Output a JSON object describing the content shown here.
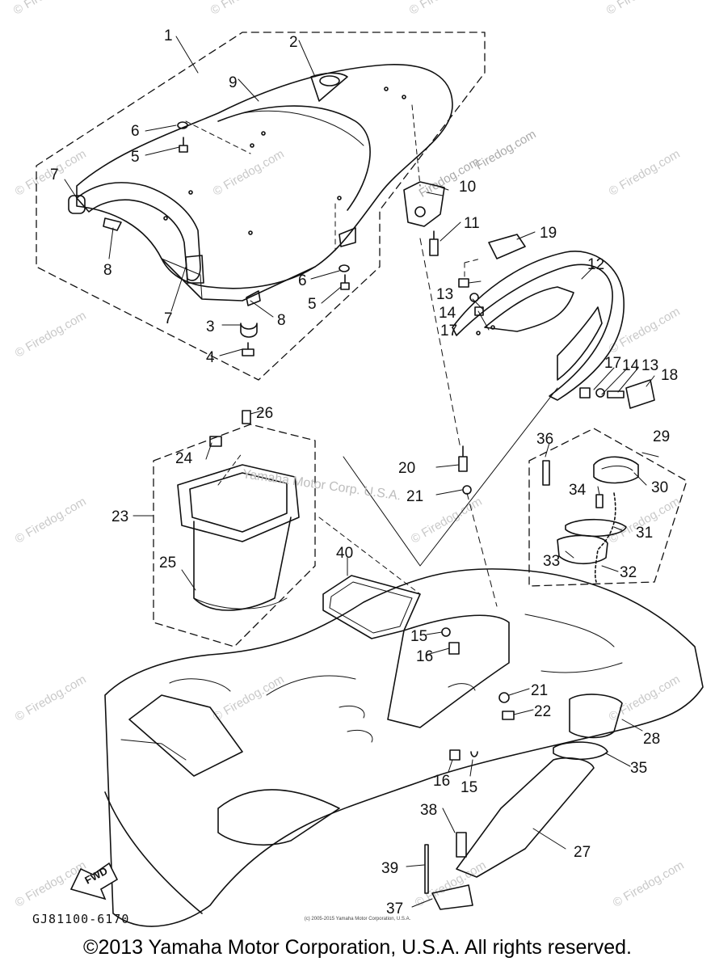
{
  "watermark": "© Firedog.com",
  "watermark_center": "Firedog.com",
  "watermark_fuel": "Firedog.com",
  "midline_watermark": "Yamaha Motor Corp. U.S.A.",
  "tiny_copyright": "(c) 2005-2015 Yamaha Motor Corporation, U.S.A.",
  "drawing_code": "GJ81100-6170",
  "fwd_label": "FWD",
  "copyright": "©2013 Yamaha Motor Corporation, U.S.A. All rights reserved.",
  "callouts": {
    "c1": "1",
    "c2": "2",
    "c3": "3",
    "c4": "4",
    "c5a": "5",
    "c5b": "5",
    "c6a": "6",
    "c6b": "6",
    "c7a": "7",
    "c7b": "7",
    "c8a": "8",
    "c8b": "8",
    "c9": "9",
    "c10": "10",
    "c11": "11",
    "c12": "12",
    "c13a": "13",
    "c13b": "13",
    "c14a": "14",
    "c14b": "14",
    "c15a": "15",
    "c15b": "15",
    "c16a": "16",
    "c16b": "16",
    "c17a": "17",
    "c17b": "17",
    "c18": "18",
    "c19": "19",
    "c20": "20",
    "c21a": "21",
    "c21b": "21",
    "c22": "22",
    "c23": "23",
    "c24": "24",
    "c25": "25",
    "c26": "26",
    "c27": "27",
    "c28": "28",
    "c29": "29",
    "c30": "30",
    "c31": "31",
    "c32": "32",
    "c33": "33",
    "c34": "34",
    "c35": "35",
    "c36": "36",
    "c37": "37",
    "c38": "38",
    "c39": "39",
    "c40": "40"
  }
}
